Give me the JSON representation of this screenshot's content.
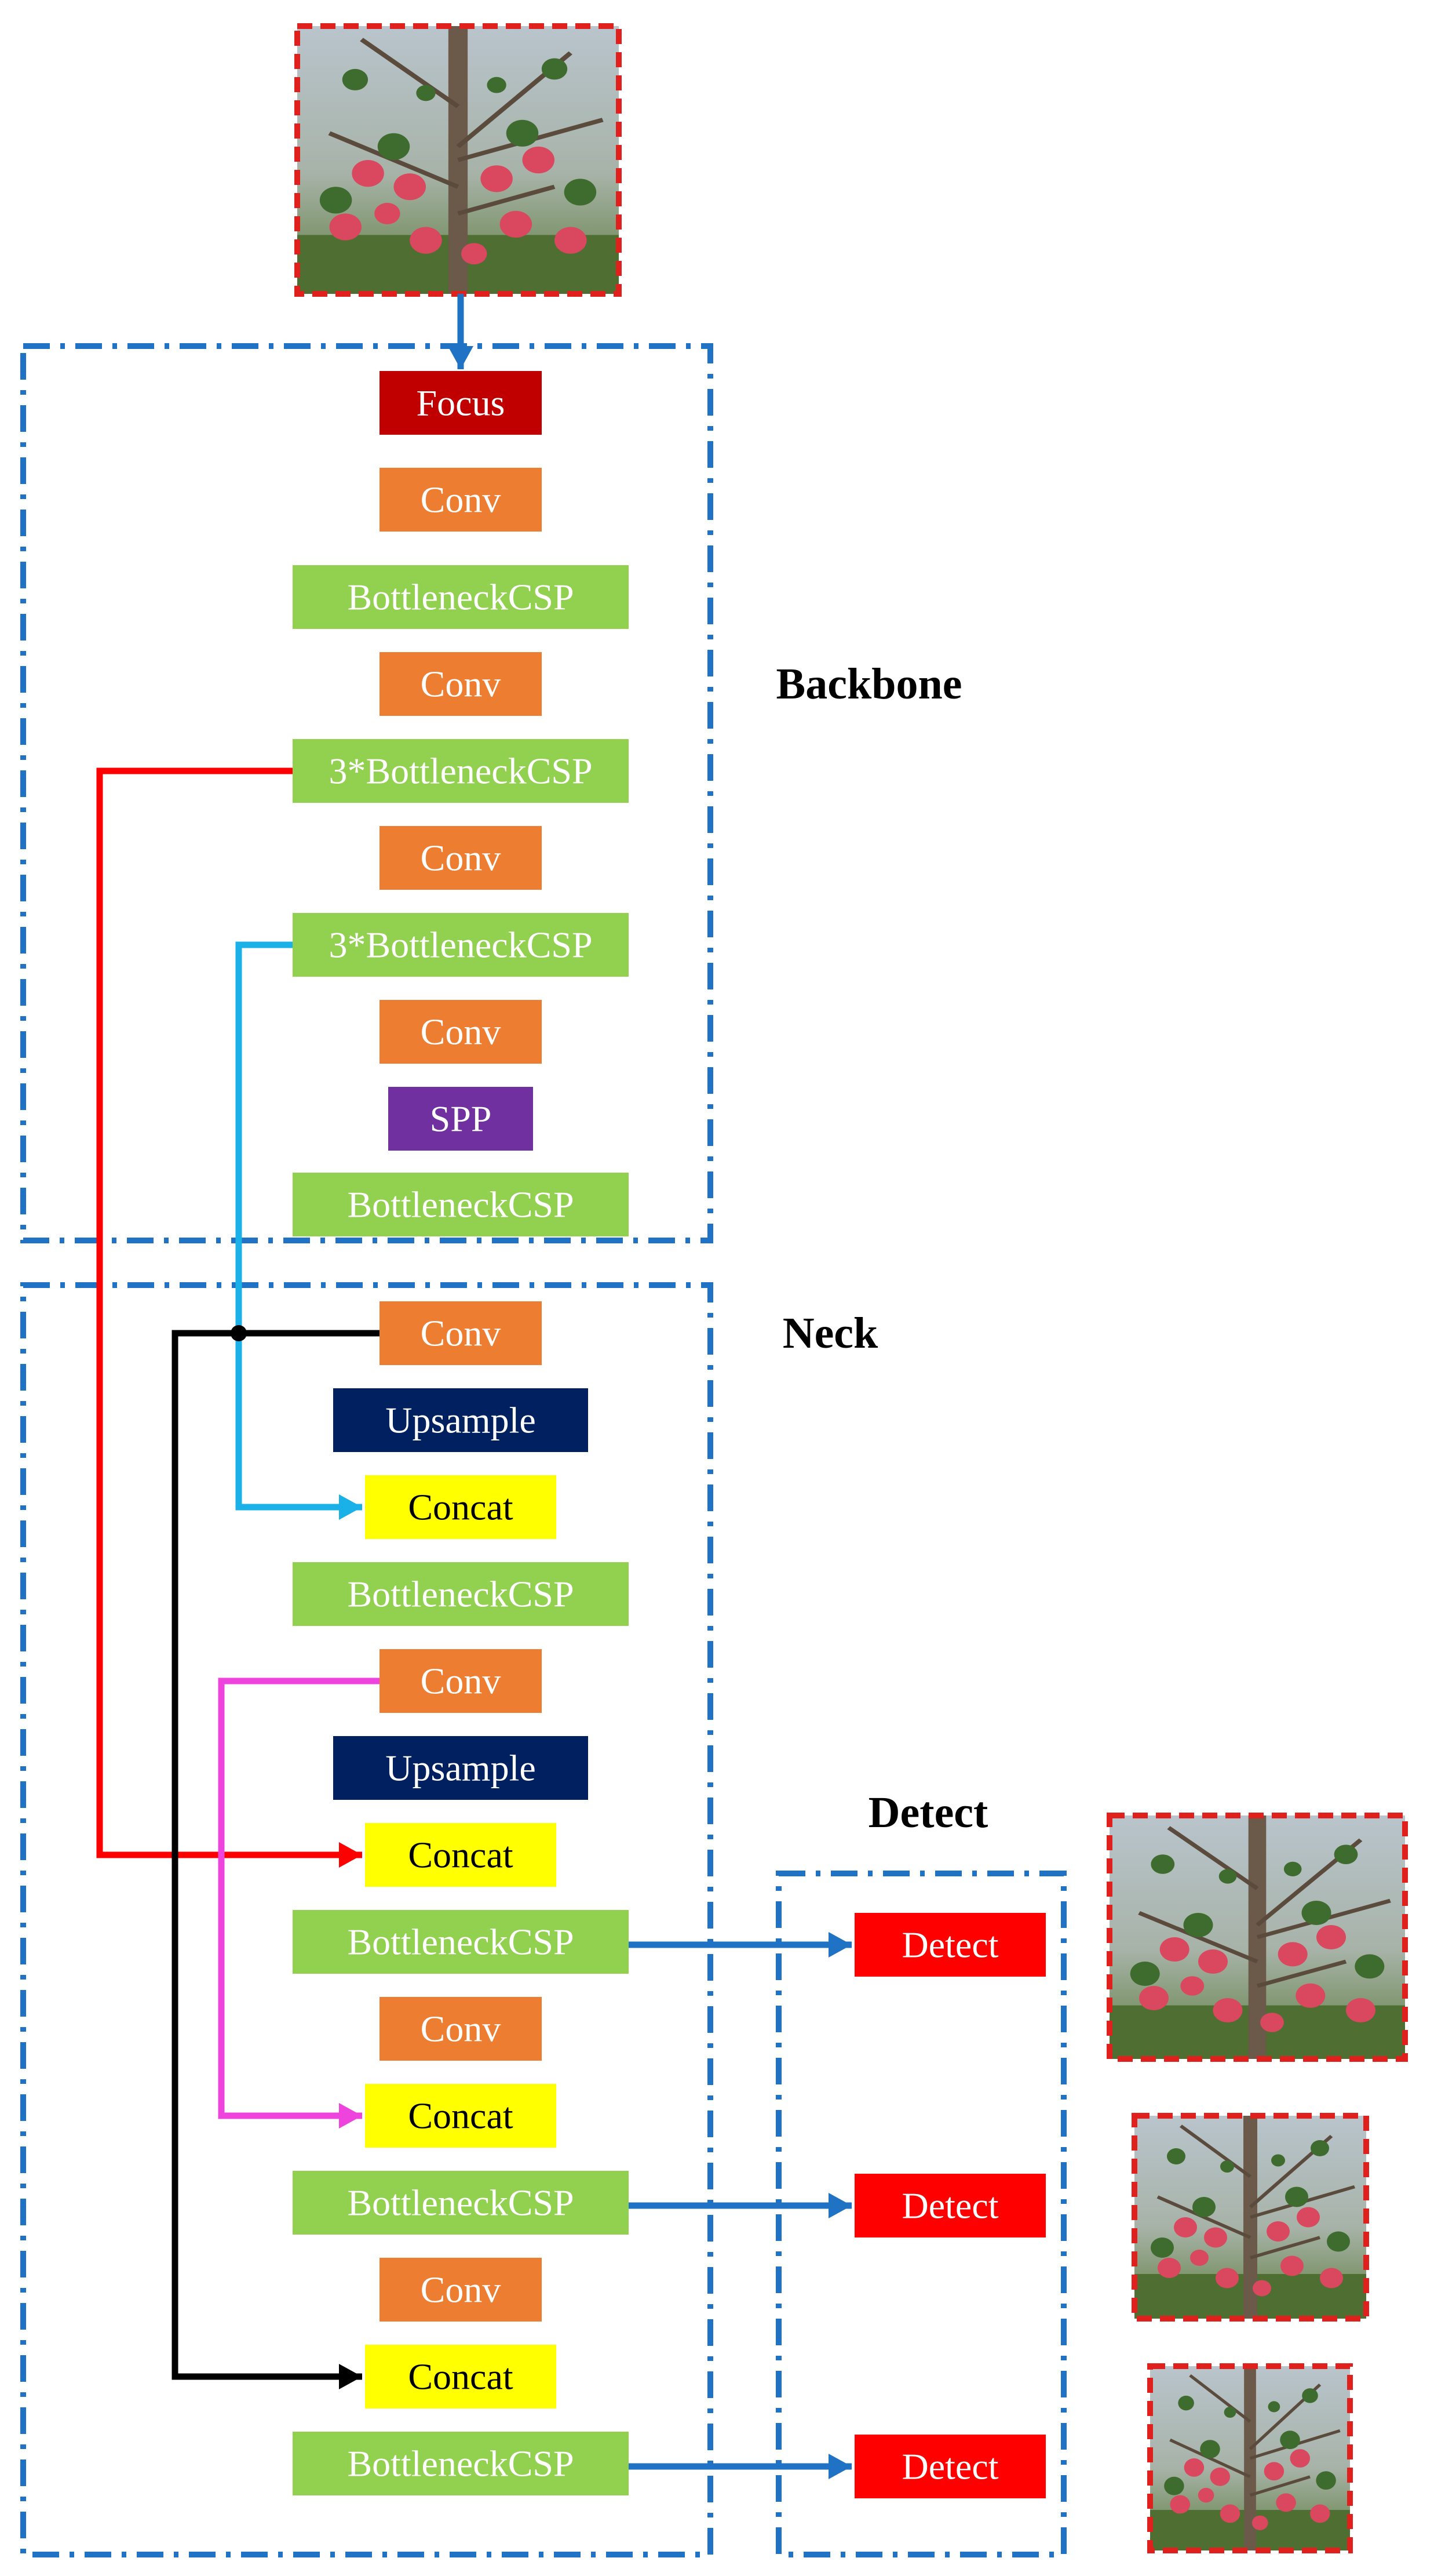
{
  "sections": {
    "backbone": "Backbone",
    "neck": "Neck",
    "detect": "Detect"
  },
  "colors": {
    "focus": "#c00000",
    "conv": "#ed7d31",
    "csp": "#92d050",
    "spp": "#7030a0",
    "upsample": "#002060",
    "concat": "#ffff00",
    "detect": "#ff0000",
    "frame": "#1f72c4",
    "arrow_blue": "#1f72c4",
    "arrow_red": "#ff0000",
    "arrow_cyan": "#1ab1e8",
    "arrow_magenta": "#ee44dd",
    "arrow_black": "#000000",
    "photo_border": "#e0201c"
  },
  "backbone_blocks": [
    "Focus",
    "Conv",
    "BottleneckCSP",
    "Conv",
    "3*BottleneckCSP",
    "Conv",
    "3*BottleneckCSP",
    "Conv",
    "SPP",
    "BottleneckCSP"
  ],
  "neck_blocks": [
    "Conv",
    "Upsample",
    "Concat",
    "BottleneckCSP",
    "Conv",
    "Upsample",
    "Concat",
    "BottleneckCSP",
    "Conv",
    "Concat",
    "BottleneckCSP",
    "Conv",
    "Concat",
    "BottleneckCSP"
  ],
  "detect_blocks": [
    "Detect",
    "Detect",
    "Detect"
  ]
}
